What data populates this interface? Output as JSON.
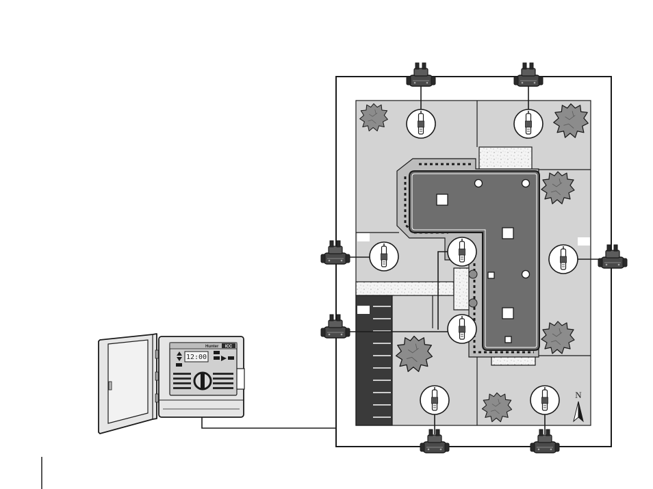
{
  "compass": {
    "north_label": "N"
  },
  "controller": {
    "brand_label": "Hunter",
    "model_badge": "ICC",
    "display_value": "12:00"
  },
  "colors": {
    "lawn": "#d3d3d3",
    "building": "#6e6e6e",
    "paving": "#f2f2f2",
    "parking": "#3a3a3a",
    "tree": "#8c8c8c",
    "line": "#1a1a1a"
  }
}
